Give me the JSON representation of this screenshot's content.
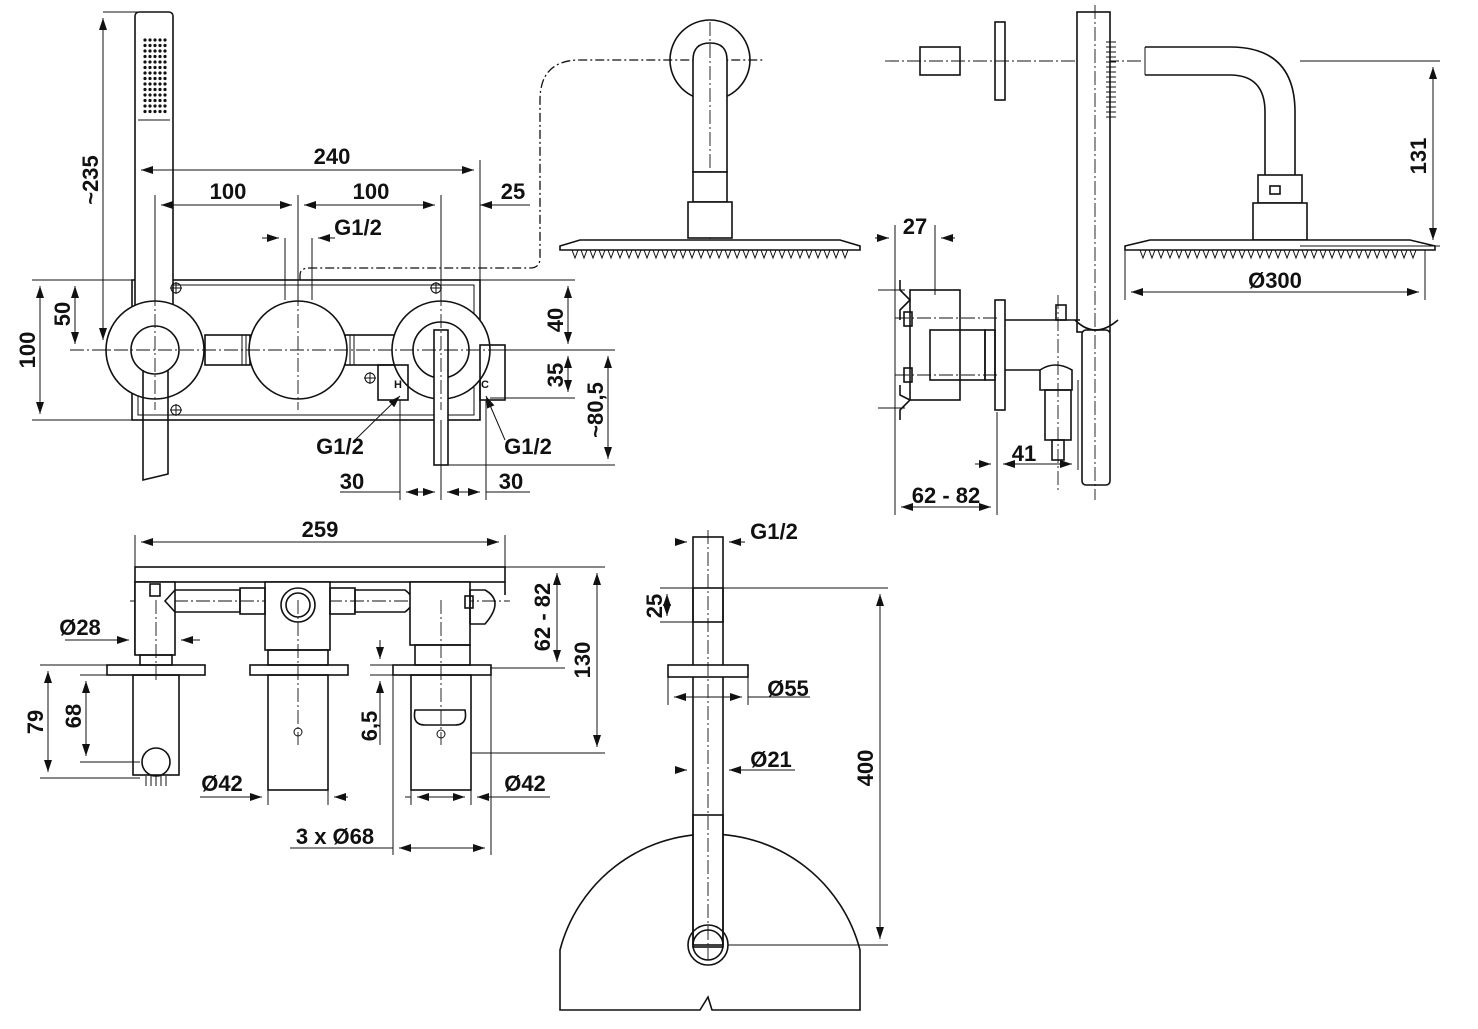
{
  "dimensions": {
    "hand_shower_length": "~235",
    "overall_width": "240",
    "spacing_left": "100",
    "spacing_right": "100",
    "offset_25": "25",
    "thread_top": "G1/2",
    "height_100": "100",
    "height_50": "50",
    "height_40": "40",
    "height_35": "35",
    "height_80_5": "~80,5",
    "thread_hot": "G1/2",
    "thread_cold": "G1/2",
    "hot_offset": "30",
    "cold_offset": "30",
    "hot_mark": "H",
    "cold_mark": "C",
    "arm_height": "131",
    "head_diameter": "Ø300",
    "depth_27": "27",
    "depth_41": "41",
    "wall_range": "62 - 82",
    "plate_width": "259",
    "diam_28": "Ø28",
    "depth_range_top": "62 - 82",
    "depth_130": "130",
    "height_79": "79",
    "height_68": "68",
    "gap_6_5": "6,5",
    "diam_42_left": "Ø42",
    "diam_42_right": "Ø42",
    "rosettes": "3 x Ø68",
    "arm_thread": "G1/2",
    "arm_25": "25",
    "diam_55": "Ø55",
    "diam_21": "Ø21",
    "arm_400": "400"
  },
  "colors": {
    "line": "#111111",
    "background": "#ffffff"
  }
}
